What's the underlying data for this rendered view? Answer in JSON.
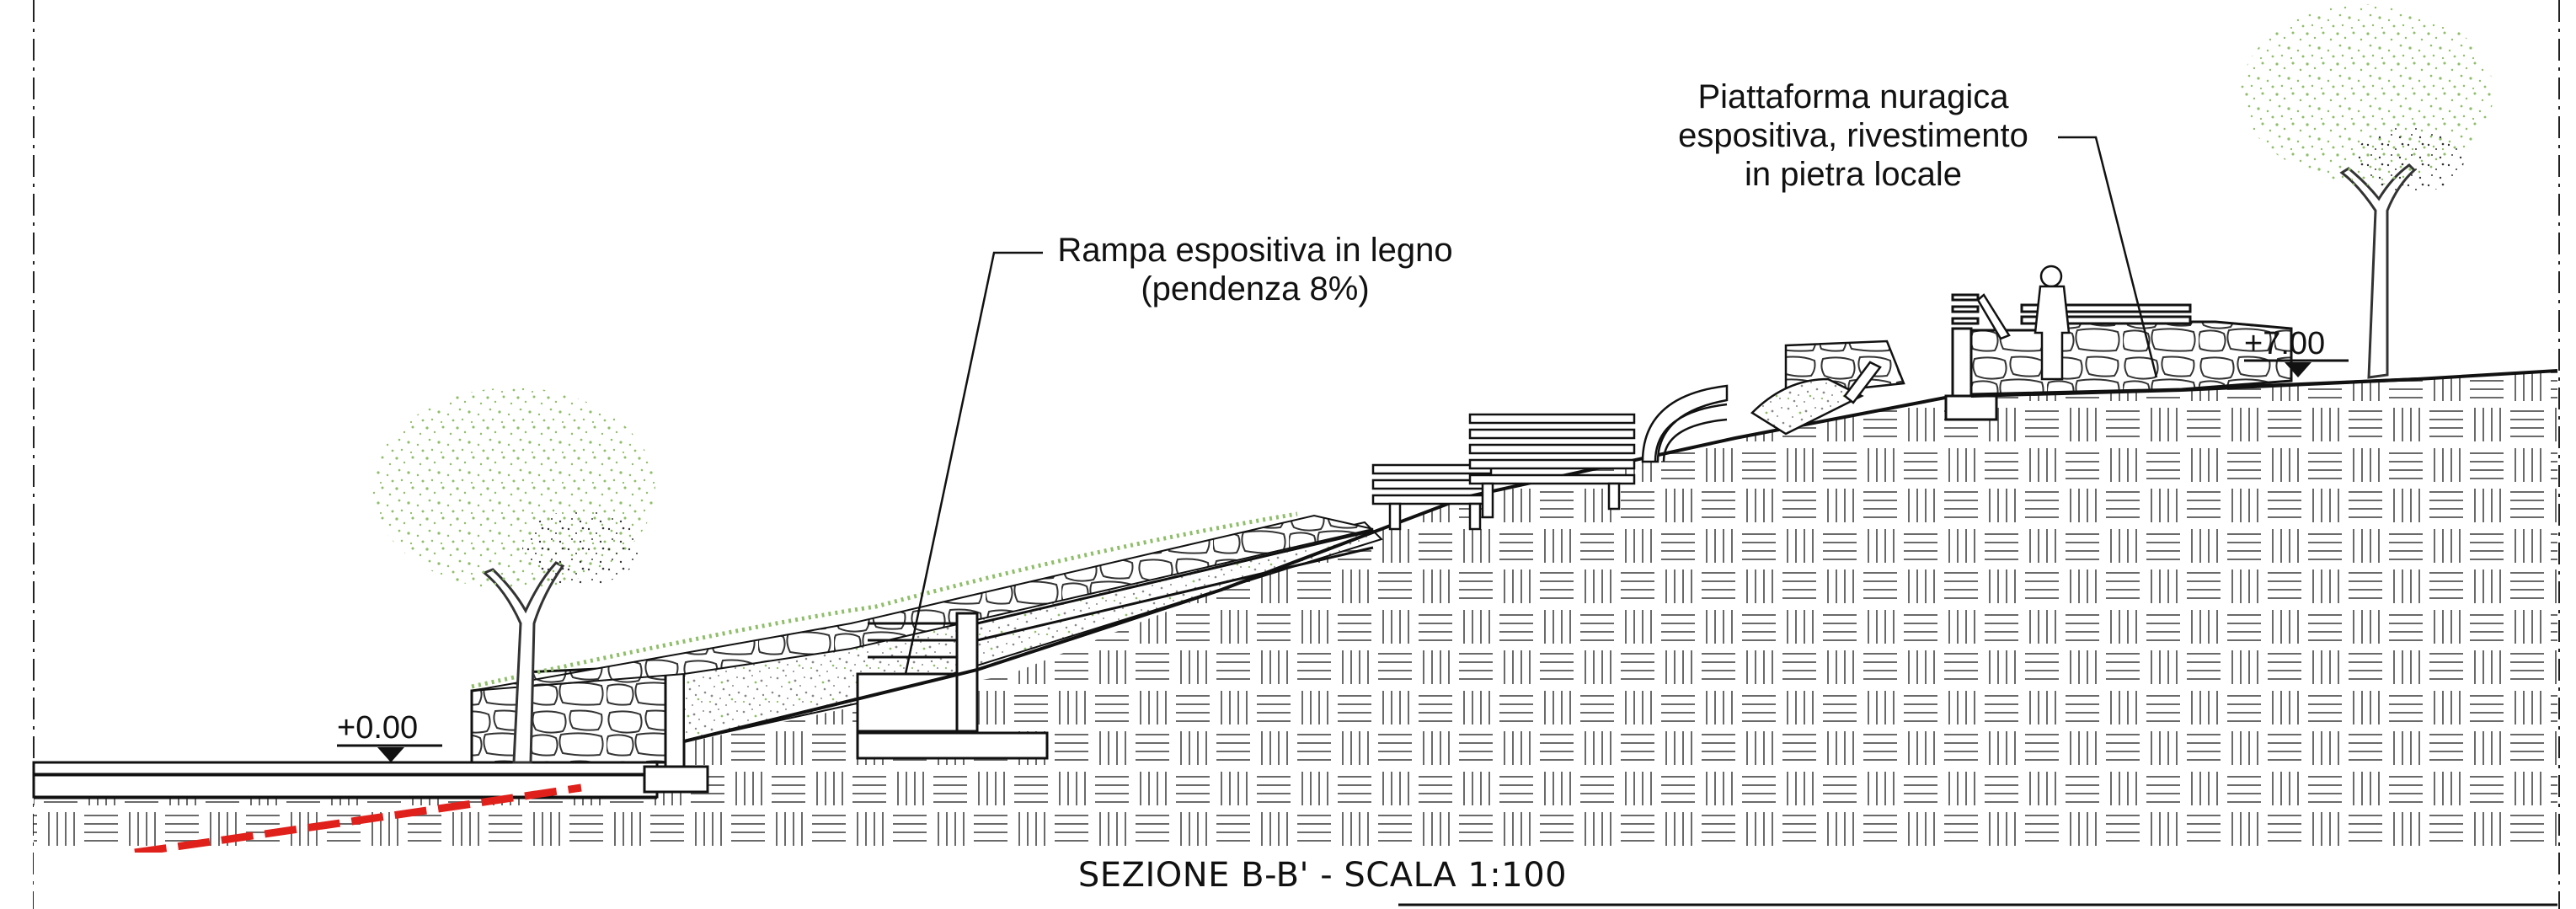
{
  "section_title": "SEZIONE B-B' - SCALA  1:100",
  "labels": {
    "ramp": {
      "line1": "Rampa espositiva in legno",
      "line2": "(pendenza 8%)"
    },
    "platform": {
      "line1": "Piattaforma nuragica",
      "line2": "espositiva, rivestimento",
      "line3": "in pietra locale"
    }
  },
  "elevations": {
    "low": "+0.00",
    "high": "+7.00"
  },
  "colors": {
    "line": "#111111",
    "hatch": "#555555",
    "foliage": "#8fbf6a",
    "foliage_dark": "#333333",
    "section_curve": "#e0201b"
  }
}
